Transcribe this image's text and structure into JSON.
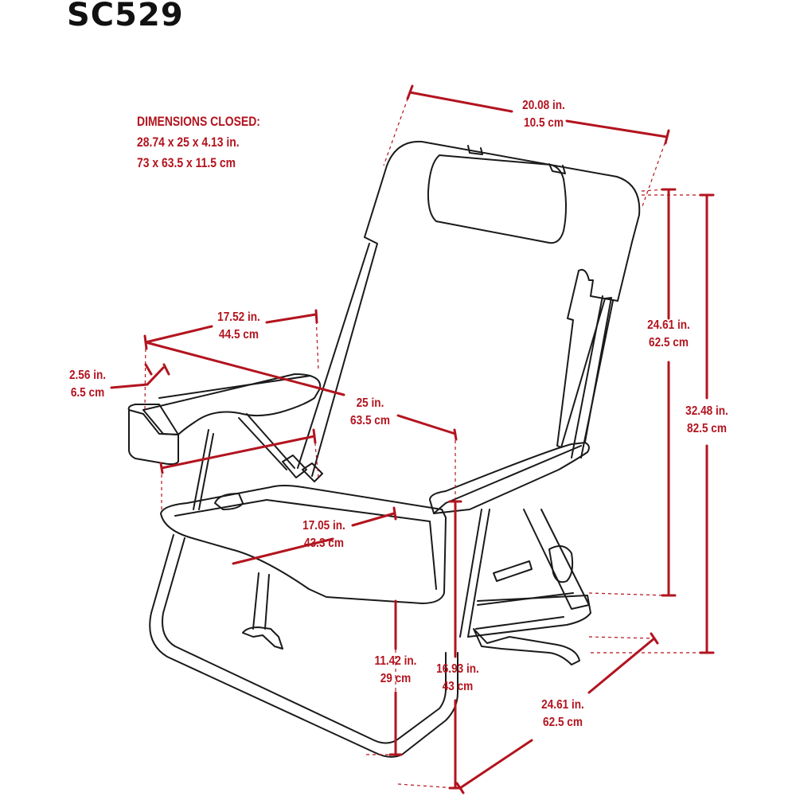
{
  "model": "SC529",
  "colors": {
    "dimension": "#b3141f",
    "outline": "#1a1a1a"
  },
  "dimensions_closed": {
    "heading": "DIMENSIONS CLOSED:",
    "imperial": "28.74 x 25 x 4.13 in.",
    "metric": "73 x 63.5 x 11.5 cm"
  },
  "dimensions": {
    "backrest_width": {
      "in": "20.08 in.",
      "cm": "10.5 cm"
    },
    "backrest_height": {
      "in": "24.61 in.",
      "cm": "62.5 cm"
    },
    "total_height": {
      "in": "32.48 in.",
      "cm": "82.5 cm"
    },
    "armrest_length": {
      "in": "17.52 in.",
      "cm": "44.5 cm"
    },
    "cup_holder": {
      "in": "2.56 in.",
      "cm": "6.5 cm"
    },
    "overall_width": {
      "in": "25 in.",
      "cm": "63.5 cm"
    },
    "seat_depth": {
      "in": "17.05 in.",
      "cm": "43.3 cm"
    },
    "seat_height": {
      "in": "11.42 in.",
      "cm": "29 cm"
    },
    "armrest_height": {
      "in": "16.93 in.",
      "cm": "43 cm"
    },
    "base_depth": {
      "in": "24.61 in.",
      "cm": "62.5 cm"
    }
  }
}
